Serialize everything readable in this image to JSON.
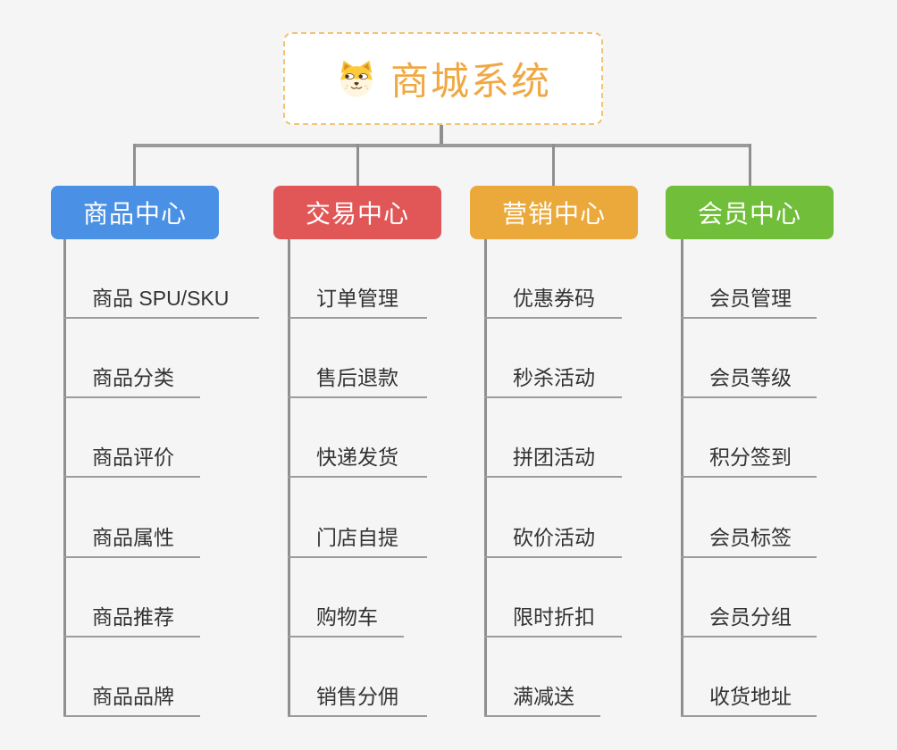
{
  "root": {
    "title": "商城系统",
    "title_color": "#F0A843",
    "icon": "dog-face-icon"
  },
  "branches": [
    {
      "label": "商品中心",
      "color": "#4A90E4",
      "children": [
        "商品 SPU/SKU",
        "商品分类",
        "商品评价",
        "商品属性",
        "商品推荐",
        "商品品牌"
      ]
    },
    {
      "label": "交易中心",
      "color": "#E15757",
      "children": [
        "订单管理",
        "售后退款",
        "快递发货",
        "门店自提",
        "购物车",
        "销售分佣"
      ]
    },
    {
      "label": "营销中心",
      "color": "#EBA93B",
      "children": [
        "优惠券码",
        "秒杀活动",
        "拼团活动",
        "砍价活动",
        "限时折扣",
        "满减送"
      ]
    },
    {
      "label": "会员中心",
      "color": "#70BE3A",
      "children": [
        "会员管理",
        "会员等级",
        "积分签到",
        "会员标签",
        "会员分组",
        "收货地址"
      ]
    }
  ],
  "colors": {
    "background": "#F5F5F6",
    "connector": "#8F8F8F",
    "underline": "#9C9C9C",
    "root_border": "#F2C377",
    "leaf_text": "#333333"
  }
}
